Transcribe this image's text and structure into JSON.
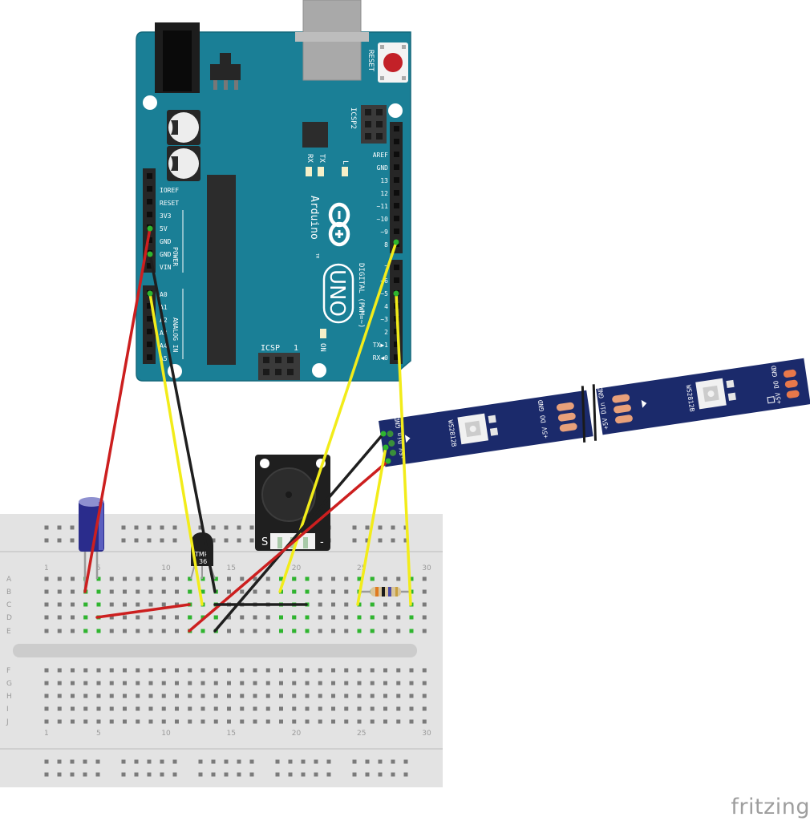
{
  "arduino": {
    "reset_label": "RESET",
    "icsp2_label": "ICSP2",
    "icsp_label": "ICSP",
    "icsp_pin1": "1",
    "tx_label": "TX",
    "rx_label": "RX",
    "l_label": "L",
    "on_label": "ON",
    "brand_label": "Arduino",
    "tm_label": "TM",
    "model_label": "UNO",
    "digital_label": "DIGITAL (PWM=~)",
    "power_label": "POWER",
    "analog_label": "ANALOG IN",
    "power_pins": [
      "IOREF",
      "RESET",
      "3V3",
      "5V",
      "GND",
      "GND",
      "VIN"
    ],
    "analog_pins": [
      "A0",
      "A1",
      "A2",
      "A3",
      "A4",
      "A5"
    ],
    "digital_pins_top": [
      "AREF",
      "GND",
      "13",
      "12",
      "~11",
      "~10",
      "~9",
      "8"
    ],
    "digital_pins_bottom": [
      "7",
      "~6",
      "~5",
      "4",
      "~3",
      "2",
      "TX▶1",
      "RX◀0"
    ]
  },
  "led_strip": {
    "chip_label": "WS2812B",
    "left_pads": [
      "+5V",
      "Din",
      "GND"
    ],
    "mid_pads_left": [
      "+5V",
      "DO",
      "GND"
    ],
    "mid_pads_right": [
      "+5V",
      "Din",
      "GND"
    ],
    "right_pads": [
      "+5V",
      "DO",
      "GND"
    ]
  },
  "buzzer": {
    "pins": [
      "S",
      "-"
    ]
  },
  "sensor": {
    "label_line1": "TMP",
    "label_line2": "36"
  },
  "breadboard": {
    "row_labels_top": [
      "A",
      "B",
      "C",
      "D",
      "E"
    ],
    "row_labels_bottom": [
      "F",
      "G",
      "H",
      "I",
      "J"
    ],
    "column_numbers": [
      "1",
      "5",
      "10",
      "15",
      "20",
      "25",
      "30"
    ]
  },
  "wire_colors": {
    "red": "#cc1f1f",
    "black": "#1f1f1f",
    "yellow": "#f2ec1a",
    "board": "#1a7f96",
    "strip": "#1b2a6b"
  },
  "watermark": "fritzing"
}
